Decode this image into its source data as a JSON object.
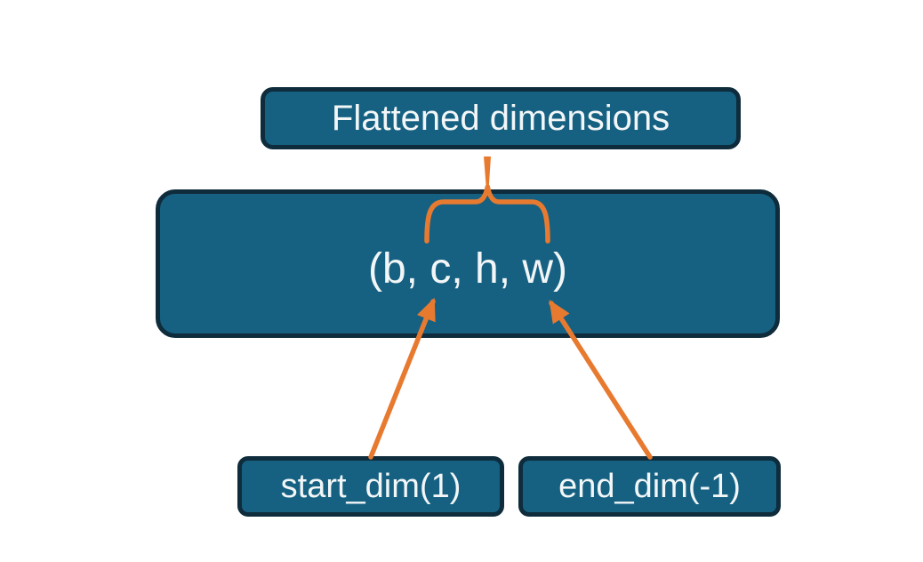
{
  "diagram": {
    "title_box": {
      "label": "Flattened dimensions"
    },
    "tensor_box": {
      "label": "(b, c, h, w)"
    },
    "start_dim_box": {
      "label": "start_dim(1)"
    },
    "end_dim_box": {
      "label": "end_dim(-1)"
    },
    "icons": {
      "brace": "overbrace-icon",
      "connector": "taper-line-icon",
      "left_arrow": "up-arrow-icon",
      "right_arrow": "up-arrow-icon"
    }
  },
  "colors": {
    "background": "#ffffff",
    "box_fill": "#166182",
    "box_border": "#0e2c3b",
    "accent_orange": "#e87a30",
    "text": "#f2f6f7"
  }
}
